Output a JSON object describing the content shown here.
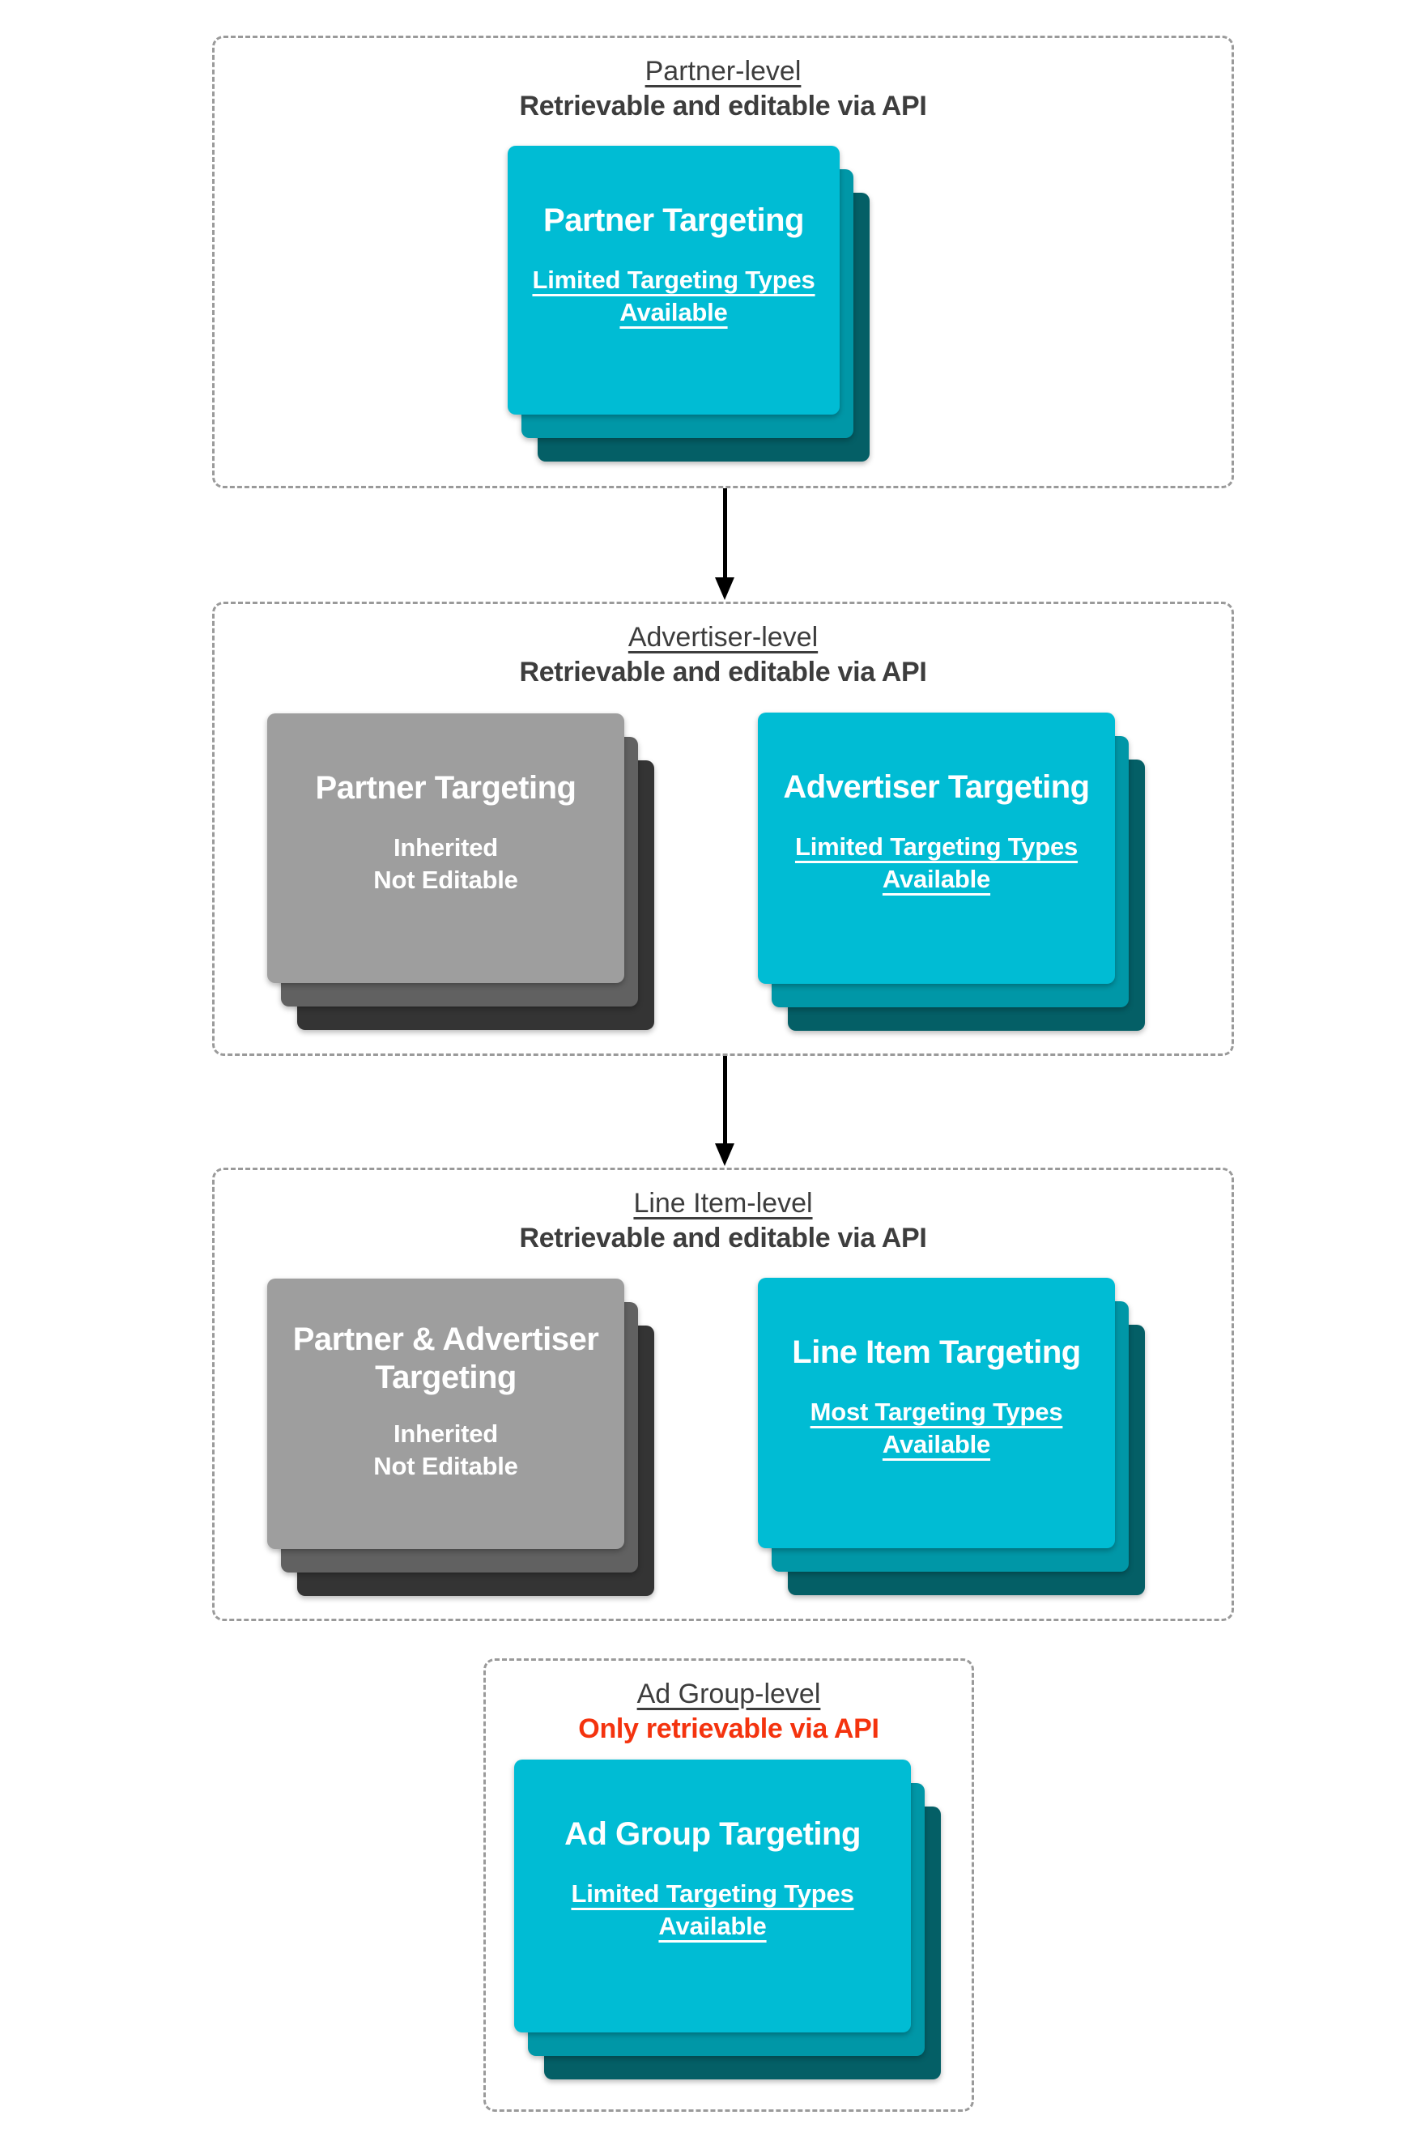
{
  "colors": {
    "cyan": "#00bcd4",
    "teal_mid": "#0097a7",
    "teal_dark": "#045f66",
    "gray": "#9e9e9e",
    "gray_mid": "#616161",
    "gray_dark": "#343434",
    "heading": "#3d3d3d",
    "red": "#f4330e",
    "border": "#9a9a9a",
    "arrow": "#000000"
  },
  "sections": [
    {
      "title": "Partner-level",
      "subtitle": "Retrievable and editable via API",
      "subtitle_color": "dark-gray",
      "cards": [
        {
          "variant": "cyan",
          "title_lines": [
            "Partner Targeting"
          ],
          "sub_lines": [
            "Limited Targeting Types",
            "Available"
          ],
          "sub_underlined": true
        }
      ]
    },
    {
      "title": "Advertiser-level",
      "subtitle": "Retrievable and editable via API",
      "subtitle_color": "dark-gray",
      "cards": [
        {
          "variant": "gray",
          "title_lines": [
            "Partner Targeting"
          ],
          "sub_lines": [
            "Inherited",
            "Not Editable"
          ],
          "sub_underlined": false
        },
        {
          "variant": "cyan",
          "title_lines": [
            "Advertiser Targeting"
          ],
          "sub_lines": [
            "Limited Targeting Types",
            "Available"
          ],
          "sub_underlined": true
        }
      ]
    },
    {
      "title": "Line Item-level",
      "subtitle": "Retrievable and editable via API",
      "subtitle_color": "dark-gray",
      "cards": [
        {
          "variant": "gray",
          "title_lines": [
            "Partner & Advertiser",
            "Targeting"
          ],
          "sub_lines": [
            "Inherited",
            "Not Editable"
          ],
          "sub_underlined": false
        },
        {
          "variant": "cyan",
          "title_lines": [
            "Line Item Targeting"
          ],
          "sub_lines": [
            "Most Targeting Types",
            "Available"
          ],
          "sub_underlined": true
        }
      ]
    },
    {
      "title": "Ad Group-level",
      "subtitle": "Only retrievable via API",
      "subtitle_color": "red",
      "cards": [
        {
          "variant": "cyan",
          "title_lines": [
            "Ad Group Targeting"
          ],
          "sub_lines": [
            "Limited Targeting Types",
            "Available"
          ],
          "sub_underlined": true
        }
      ]
    }
  ]
}
